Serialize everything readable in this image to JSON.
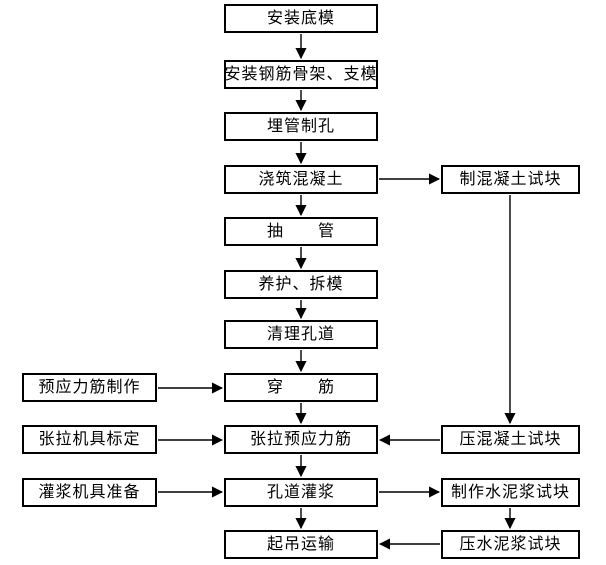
{
  "diagram": {
    "type": "flowchart",
    "line_color": "#000000",
    "box_fill": "#ffffff",
    "box_border_color": "#000000",
    "nodes": {
      "c1": {
        "label": "安装底模"
      },
      "c2": {
        "label": "安装钢筋骨架、支模"
      },
      "c3": {
        "label": "埋管制孔"
      },
      "c4": {
        "label": "浇筑混凝土"
      },
      "c5": {
        "label": "抽　　管"
      },
      "c6": {
        "label": "养护、拆模"
      },
      "c7": {
        "label": "清理孔道"
      },
      "c8": {
        "label": "穿　　筋"
      },
      "c9": {
        "label": "张拉预应力筋"
      },
      "c10": {
        "label": "孔道灌浆"
      },
      "c11": {
        "label": "起吊运输"
      },
      "l1": {
        "label": "预应力筋制作"
      },
      "l2": {
        "label": "张拉机具标定"
      },
      "l3": {
        "label": "灌浆机具准备"
      },
      "r1": {
        "label": "制混凝土试块"
      },
      "r2": {
        "label": "压混凝土试块"
      },
      "r3": {
        "label": "制作水泥浆试块"
      },
      "r4": {
        "label": "压水泥浆试块"
      }
    },
    "edges": [
      {
        "from": "c1",
        "to": "c2"
      },
      {
        "from": "c2",
        "to": "c3"
      },
      {
        "from": "c3",
        "to": "c4"
      },
      {
        "from": "c4",
        "to": "c5"
      },
      {
        "from": "c5",
        "to": "c6"
      },
      {
        "from": "c6",
        "to": "c7"
      },
      {
        "from": "c7",
        "to": "c8"
      },
      {
        "from": "c8",
        "to": "c9"
      },
      {
        "from": "c9",
        "to": "c10"
      },
      {
        "from": "c10",
        "to": "c11"
      },
      {
        "from": "c4",
        "to": "r1"
      },
      {
        "from": "r1",
        "to": "r2"
      },
      {
        "from": "r2",
        "to": "c9"
      },
      {
        "from": "l1",
        "to": "c8"
      },
      {
        "from": "l2",
        "to": "c9"
      },
      {
        "from": "l3",
        "to": "c10"
      },
      {
        "from": "c10",
        "to": "r3"
      },
      {
        "from": "r3",
        "to": "r4"
      },
      {
        "from": "r4",
        "to": "c11"
      }
    ]
  }
}
